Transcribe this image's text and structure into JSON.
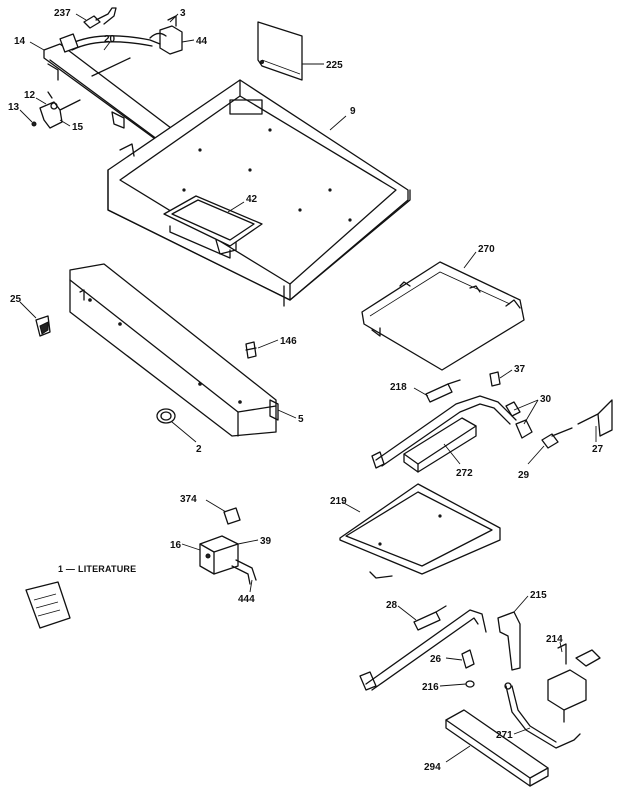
{
  "labels": {
    "l237": "237",
    "l3": "3",
    "l14": "14",
    "l20": "20",
    "l44": "44",
    "l225": "225",
    "l12": "12",
    "l13": "13",
    "l15": "15",
    "l9": "9",
    "l42": "42",
    "l270": "270",
    "l25": "25",
    "l146": "146",
    "l37": "37",
    "l218": "218",
    "l30": "30",
    "l5": "5",
    "l2": "2",
    "l27": "27",
    "l272": "272",
    "l29": "29",
    "l374": "374",
    "l219": "219",
    "l16": "16",
    "l39": "39",
    "l444": "444",
    "l28": "28",
    "l215": "215",
    "l214": "214",
    "l26": "26",
    "l216": "216",
    "l271": "271",
    "l294": "294"
  },
  "literature": {
    "label": "LITERATURE",
    "prefix": "1 —"
  }
}
